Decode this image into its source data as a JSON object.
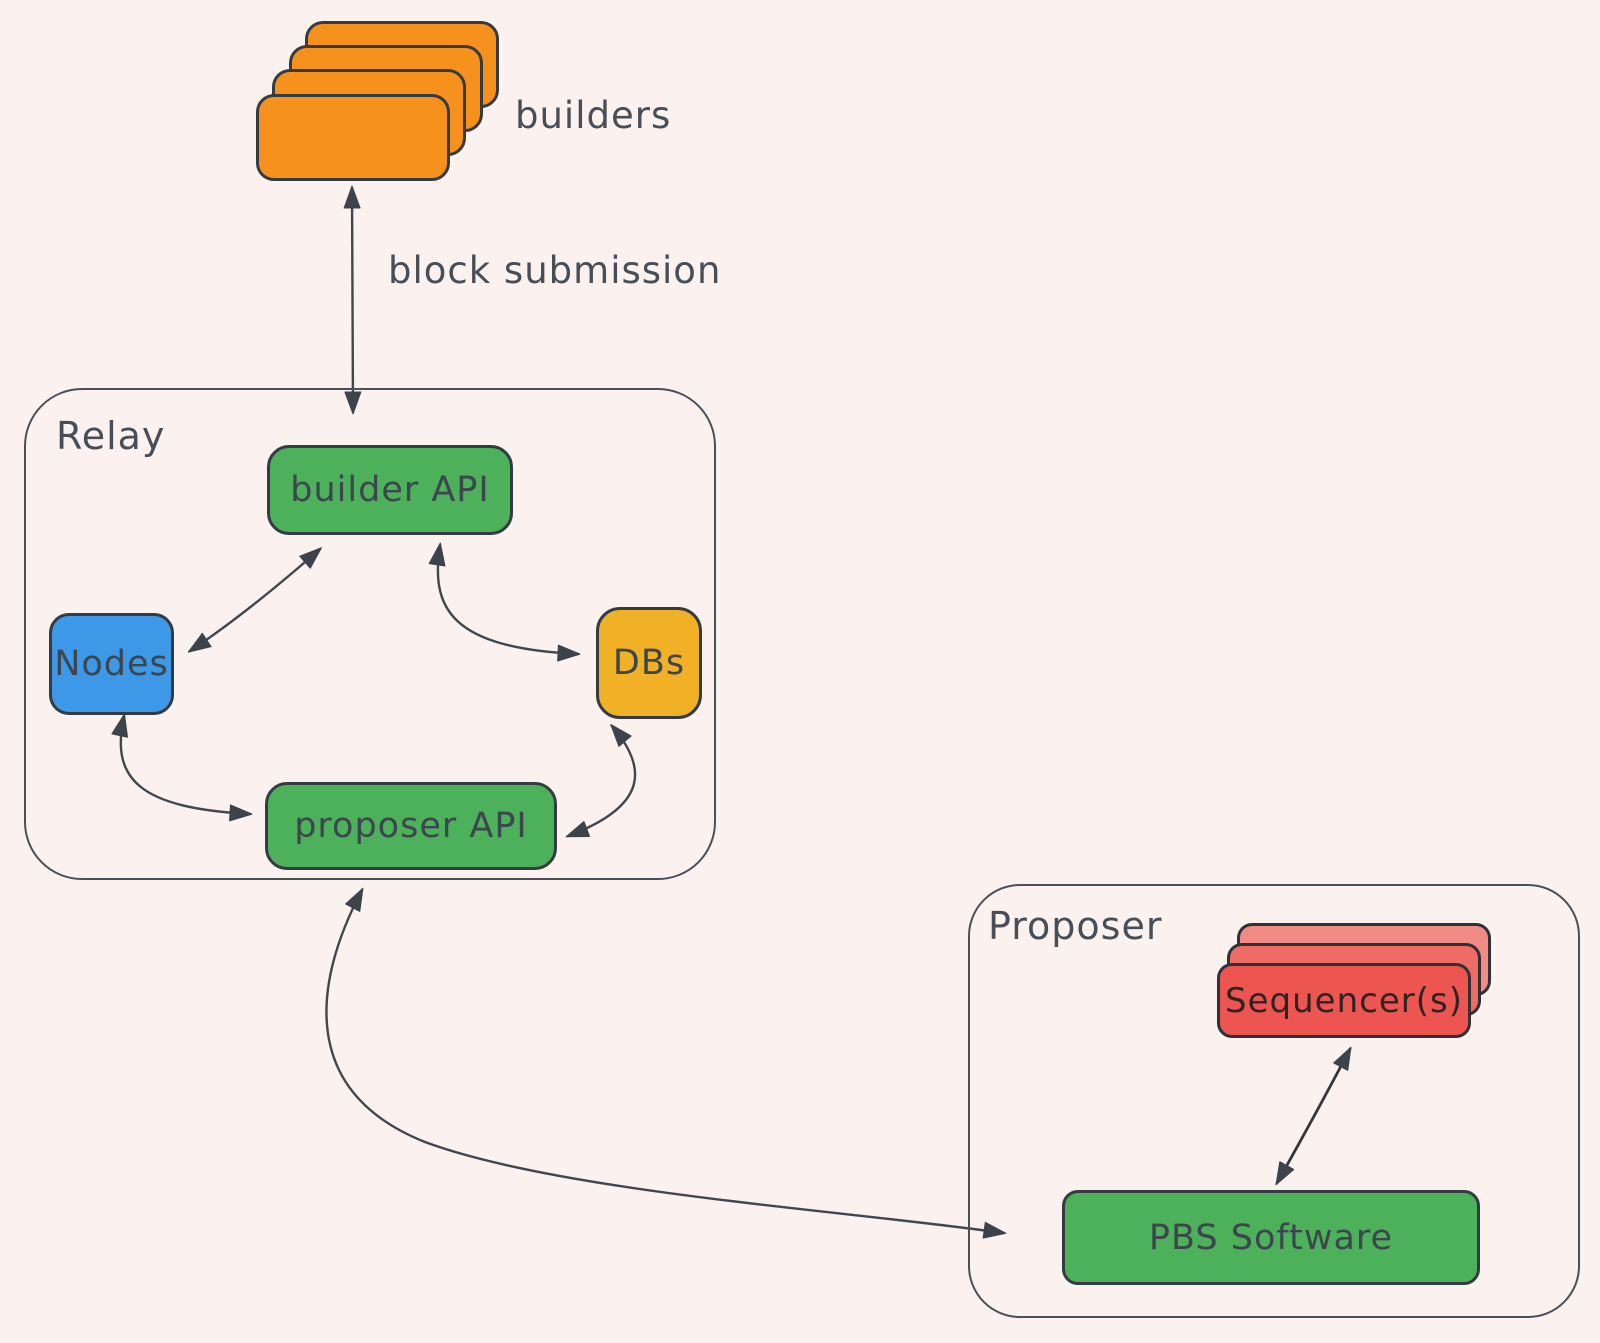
{
  "colors": {
    "background": "#fbf1ee",
    "stroke": "#40474f",
    "text": "#474e57",
    "orange": "#f6911e",
    "green": "#4db15c",
    "blue": "#3d99e7",
    "yellow": "#f1b127",
    "red": "#ed5551",
    "red_light": "#f0847f"
  },
  "builders": {
    "label": "builders",
    "card_count": 4
  },
  "flows": {
    "block_submission": "block submission"
  },
  "relay": {
    "label": "Relay",
    "nodes": [
      {
        "id": "builder-api",
        "label": "builder API",
        "color": "green"
      },
      {
        "id": "nodes",
        "label": "Nodes",
        "color": "blue"
      },
      {
        "id": "dbs",
        "label": "DBs",
        "color": "yellow"
      },
      {
        "id": "proposer-api",
        "label": "proposer API",
        "color": "green"
      }
    ]
  },
  "proposer": {
    "label": "Proposer",
    "sequencers": {
      "label": "Sequencer(s)",
      "card_count": 3
    },
    "pbs": {
      "label": "PBS Software"
    }
  },
  "connections": [
    {
      "from": "builders",
      "to": "relay.builder-api",
      "label": "block submission",
      "bidirectional": true
    },
    {
      "from": "relay.builder-api",
      "to": "relay.nodes",
      "bidirectional": true
    },
    {
      "from": "relay.builder-api",
      "to": "relay.dbs",
      "bidirectional": true
    },
    {
      "from": "relay.nodes",
      "to": "relay.proposer-api",
      "bidirectional": true
    },
    {
      "from": "relay.dbs",
      "to": "relay.proposer-api",
      "bidirectional": true
    },
    {
      "from": "relay.proposer-api",
      "to": "proposer.pbs",
      "bidirectional": true
    },
    {
      "from": "proposer.sequencers",
      "to": "proposer.pbs",
      "bidirectional": true
    }
  ]
}
